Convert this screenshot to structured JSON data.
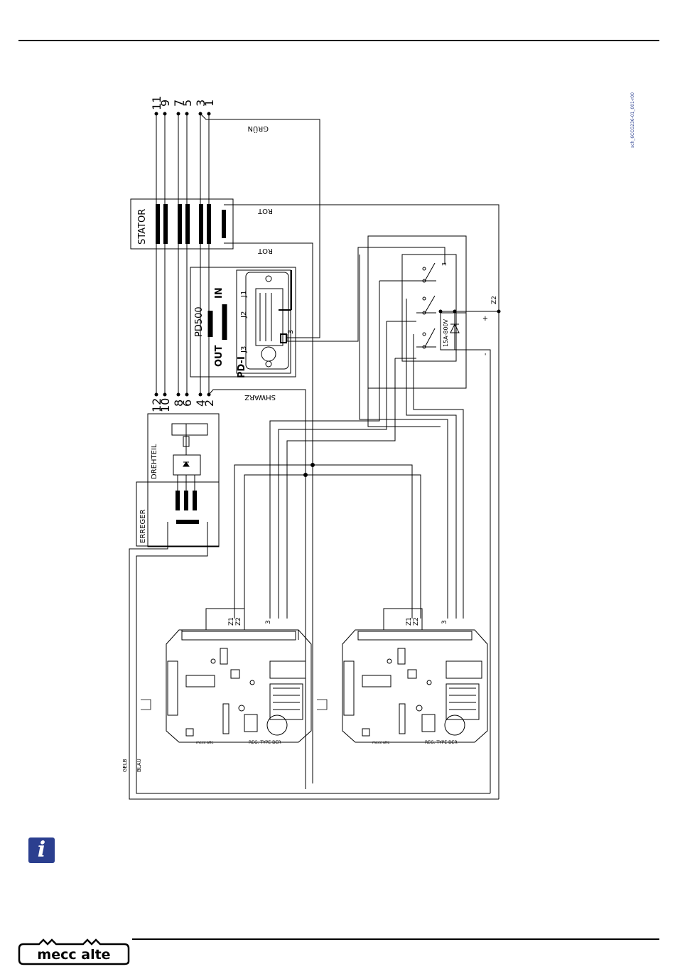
{
  "labels": {
    "stator": "STATOR",
    "pd500": "PD500",
    "in": "IN",
    "out": "OUT",
    "pdi": "PD-I",
    "j1": "J1",
    "j2": "J2",
    "j3": "J3",
    "three": "3",
    "drehteil": "DREHTEIL",
    "erreger": "ERREGER",
    "gruen": "GRÜN",
    "rot_top": "ROT",
    "rot_bottom": "ROT",
    "schwarz": "SHWARZ",
    "gelb": "GELB",
    "blau": "BLAU",
    "z2": "Z2",
    "plus": "+",
    "minus": "-",
    "rating": "15A-800V",
    "sw_three": "3",
    "reg_type": "REG. TYPE DER",
    "reg_brand": "mecc alte",
    "reg_z1": "Z1",
    "reg_z2": "Z2",
    "reg_3": "3",
    "ref_code": "sch_6CCG236-01_001-r00",
    "logo_text": "mecc alte",
    "info_icon": "i"
  },
  "top_terminals": [
    "11",
    "9",
    "7",
    "5",
    "3",
    "1"
  ],
  "bottom_terminals": [
    "12",
    "10",
    "8",
    "6",
    "4",
    "2"
  ]
}
